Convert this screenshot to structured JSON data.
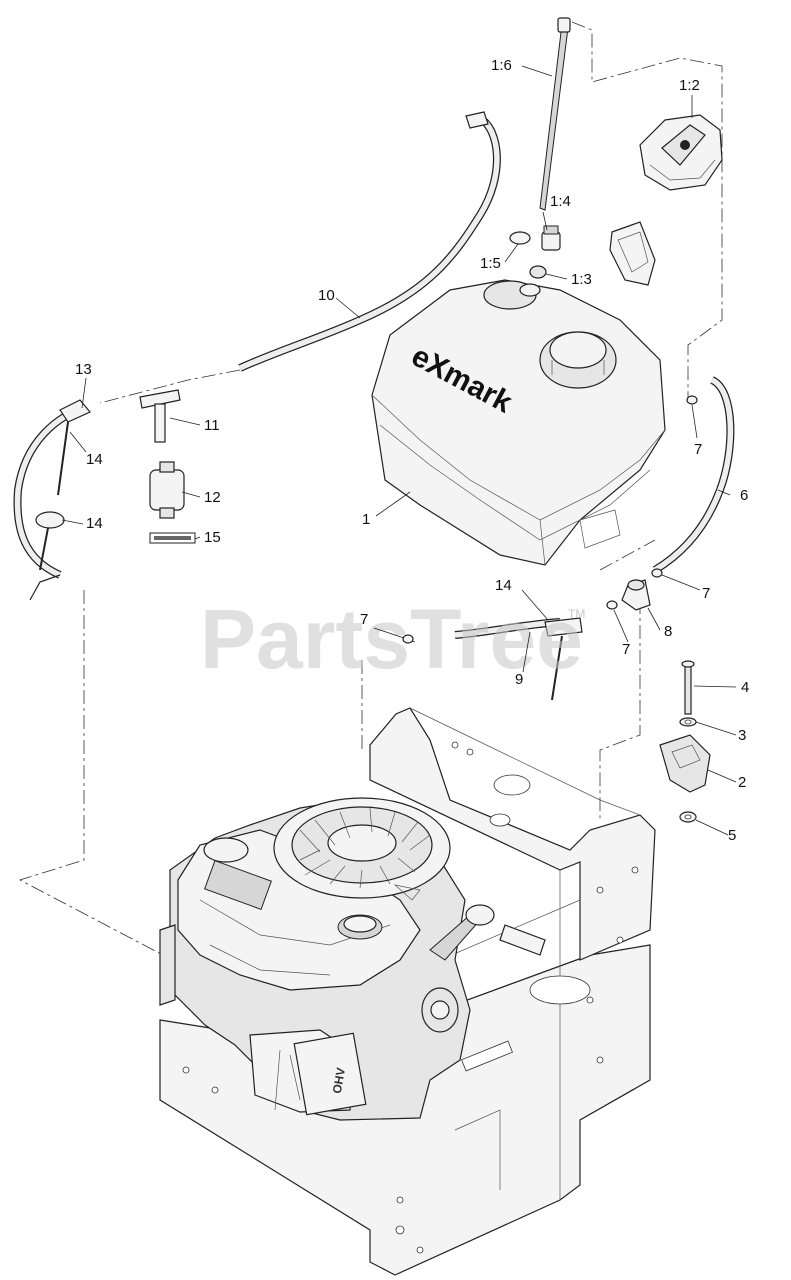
{
  "callouts": {
    "c1": "1",
    "c1_2": "1:2",
    "c1_3": "1:3",
    "c1_4": "1:4",
    "c1_5": "1:5",
    "c1_6": "1:6",
    "c2": "2",
    "c3": "3",
    "c4": "4",
    "c5": "5",
    "c6": "6",
    "c7a": "7",
    "c7b": "7",
    "c7c": "7",
    "c7d": "7",
    "c8": "8",
    "c9": "9",
    "c10": "10",
    "c11": "11",
    "c12": "12",
    "c13": "13",
    "c14a": "14",
    "c14b": "14",
    "c14c": "14",
    "c15": "15"
  },
  "tank_brand": "eXmark",
  "engine_label": "OHV",
  "watermark": "PartsTree",
  "watermark_tm": "TM"
}
